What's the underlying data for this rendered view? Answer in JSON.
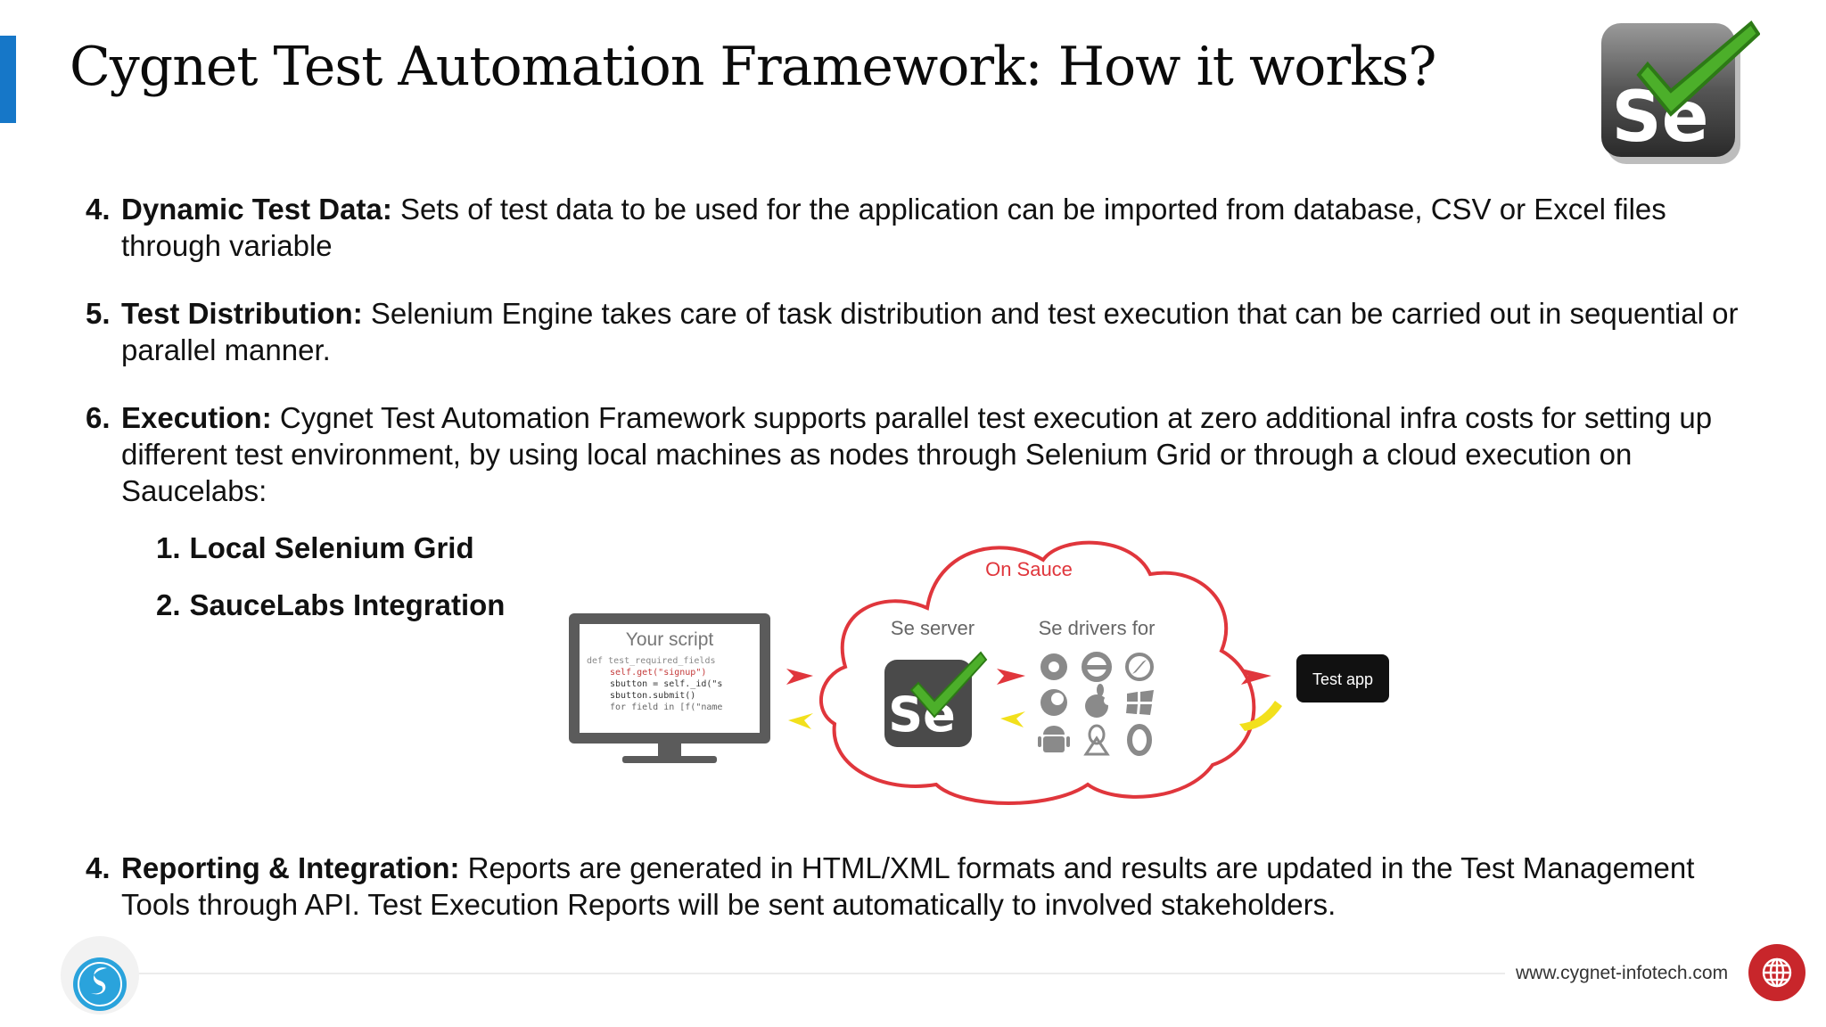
{
  "slide": {
    "title": "Cygnet Test Automation Framework: How it works?"
  },
  "items": [
    {
      "number": "4.",
      "heading": "Dynamic Test Data:",
      "text": " Sets of test data to be used for the application can be imported from database, CSV or Excel files through variable"
    },
    {
      "number": "5.",
      "heading": "Test Distribution:",
      "text": " Selenium Engine takes care of task distribution and test execution that can be carried out in sequential or parallel manner."
    },
    {
      "number": "6.",
      "heading": "Execution:",
      "text": " Cygnet Test Automation Framework supports parallel test execution at zero additional infra costs for setting up different test environment, by using local machines as nodes through Selenium Grid or through a cloud execution on Saucelabs:"
    },
    {
      "number": "4.",
      "heading": "Reporting & Integration:",
      "text": " Reports are generated in HTML/XML formats and results are updated in the Test Management Tools through API. Test Execution Reports will be sent automatically to involved stakeholders."
    }
  ],
  "subitems": [
    {
      "number": "1.",
      "label": "Local Selenium Grid"
    },
    {
      "number": "2.",
      "label": "SauceLabs Integration"
    }
  ],
  "diagram": {
    "your_script": "Your script",
    "code_lines": [
      "def test_required_fields",
      "self.get(\"signup\")",
      "sbutton = self._id(\"s",
      "sbutton.submit()",
      "for field in [f(\"name"
    ],
    "on_sauce": "On Sauce",
    "se_server": "Se server",
    "se_drivers": "Se drivers for",
    "test_app": "Test app",
    "se_logo_text": "Se"
  },
  "header_logo_text": "Se",
  "footer": {
    "website": "www.cygnet-infotech.com"
  },
  "colors": {
    "accent_blue": "#1677c8",
    "cloud_red": "#e0363c",
    "check_green": "#4caf2a",
    "globe_red": "#c8262b"
  }
}
